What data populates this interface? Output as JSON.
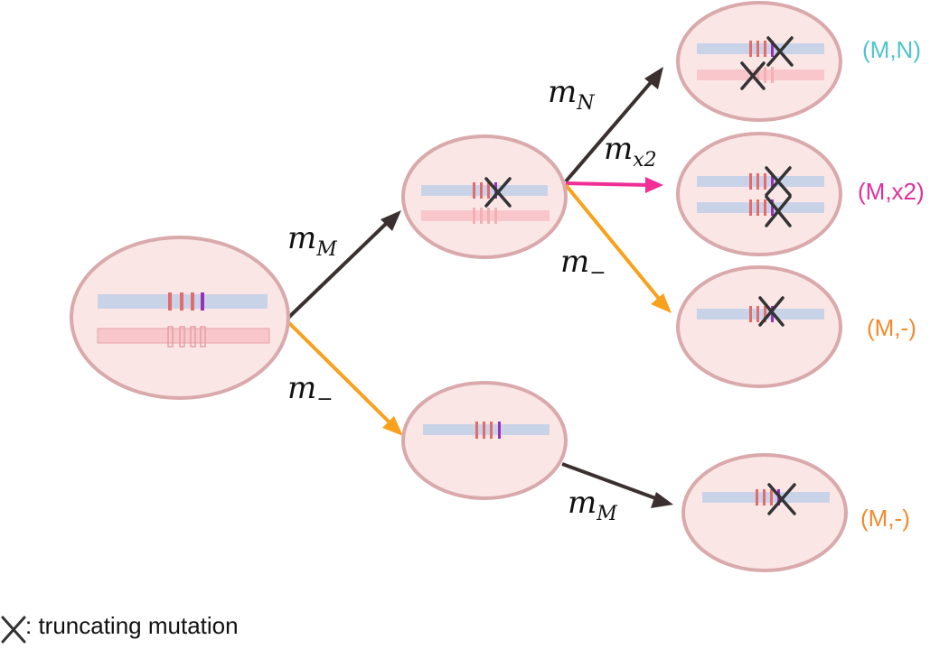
{
  "colors": {
    "cell_fill": "#fbe6e6",
    "cell_stroke": "#d9a9ab",
    "maternal_chrom": "#c9d3e8",
    "paternal_chrom": "#f8c6cb",
    "mutation_mark": "#e36b6b",
    "faded_mark": "#f0a5a8",
    "key_mark": "#9b2fb5",
    "truncation_x": "#333333",
    "arrow_black": "#3a3030",
    "arrow_orange": "#f8a11c",
    "arrow_pink": "#f12d96",
    "label_cyan": "#4ec4cf",
    "label_magenta": "#e0309a",
    "label_orange": "#f48a2c"
  },
  "rates": {
    "root_up": {
      "base": "m",
      "sub": "M"
    },
    "root_down": {
      "base": "m",
      "sub": "−"
    },
    "mid_N": {
      "base": "m",
      "sub": "N"
    },
    "mid_x2": {
      "base": "m",
      "sub": "x2"
    },
    "mid_minus": {
      "base": "m",
      "sub": "−"
    },
    "low_M": {
      "base": "m",
      "sub": "M"
    }
  },
  "genotypes": {
    "mn": "(M,N)",
    "mx2": "(M,x2)",
    "mminus1": "(M,-)",
    "mminus2": "(M,-)"
  },
  "legend": {
    "icon": "truncation-x-icon",
    "text": ": truncating mutation"
  }
}
